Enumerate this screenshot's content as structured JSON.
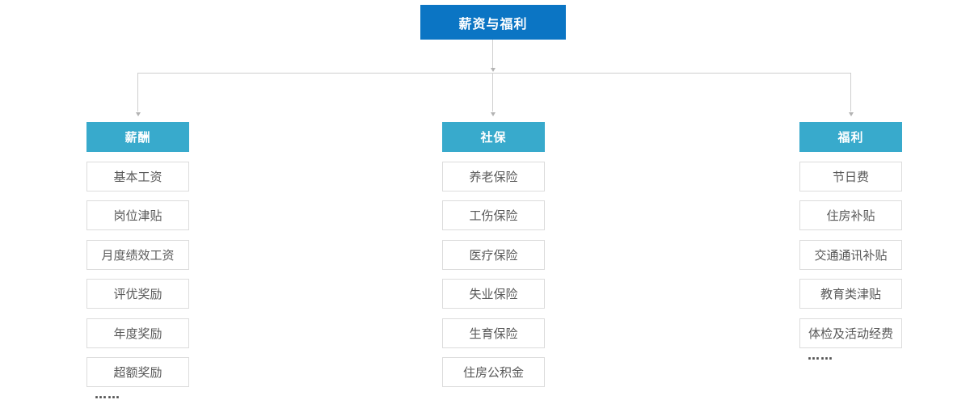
{
  "root": {
    "label": "薪资与福利"
  },
  "columns": [
    {
      "header": "薪酬",
      "items": [
        "基本工资",
        "岗位津贴",
        "月度绩效工资",
        "评优奖励",
        "年度奖励",
        "超额奖励"
      ],
      "ellipsis": "……"
    },
    {
      "header": "社保",
      "items": [
        "养老保险",
        "工伤保险",
        "医疗保险",
        "失业保险",
        "生育保险",
        "住房公积金"
      ],
      "ellipsis": ""
    },
    {
      "header": "福利",
      "items": [
        "节日费",
        "住房补贴",
        "交通通讯补贴",
        "教育类津贴",
        "体检及活动经费"
      ],
      "ellipsis": "……"
    }
  ],
  "colors": {
    "root_bg": "#0b75c4",
    "header_bg": "#38aacc",
    "connector_line": "#cfcfcf",
    "item_border": "#dcdcdc",
    "item_text": "#595959",
    "ellipsis_text": "#555555"
  }
}
